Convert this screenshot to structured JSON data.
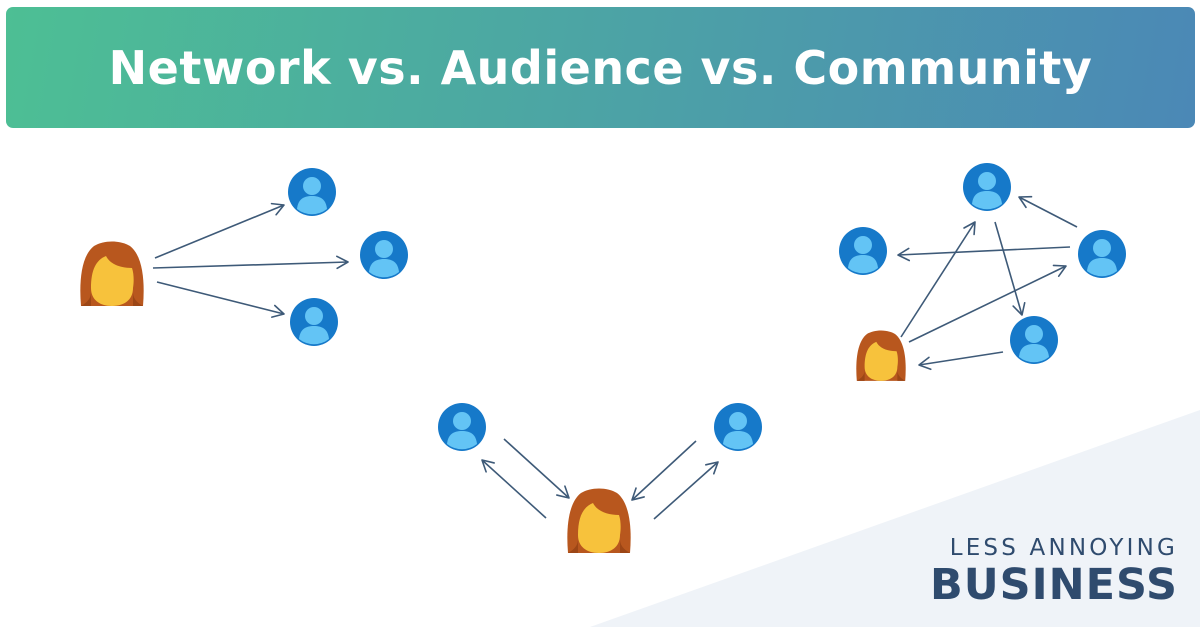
{
  "header": {
    "title": "Network vs. Audience vs. Community",
    "gradient_start": "#4dbf94",
    "gradient_end": "#4b88b6"
  },
  "brand": {
    "line1": "LESS ANNOYING",
    "line2": "BUSINESS",
    "color": "#2f4b6e"
  },
  "colors": {
    "arrow": "#3e5a78",
    "user_icon_fill": "#1679c9",
    "user_icon_figure": "#63c4f5",
    "woman_hair": "#b8571e",
    "woman_face": "#f7c23c",
    "corner_background": "#eff3f8"
  },
  "icons": {
    "central_person": "woman-avatar-icon",
    "contact": "user-circle-icon"
  }
}
